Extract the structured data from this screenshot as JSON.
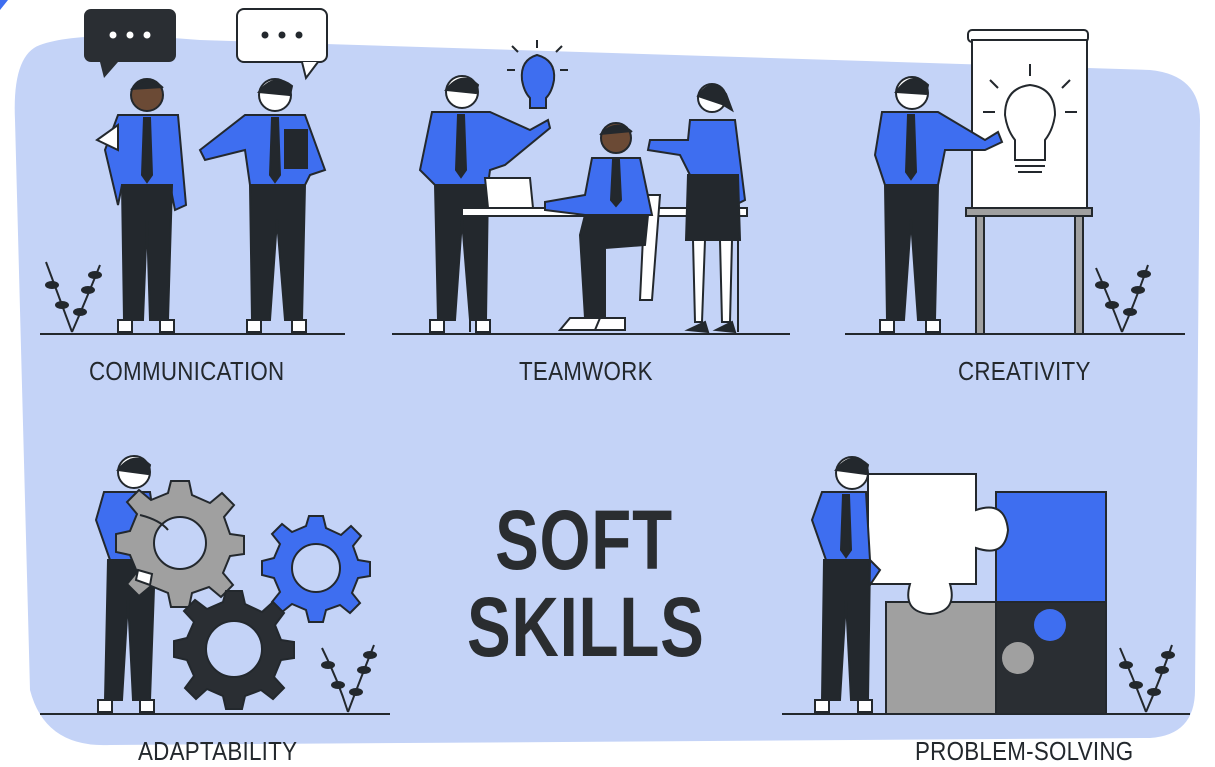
{
  "title": {
    "line1": "SOFT",
    "line2": "SKILLS"
  },
  "skills": [
    {
      "label": "COMMUNICATION"
    },
    {
      "label": "TEAMWORK"
    },
    {
      "label": "CREATIVITY"
    },
    {
      "label": "ADAPTABILITY"
    },
    {
      "label": "PROBLEM-SOLVING"
    }
  ],
  "colors": {
    "background_blob": "#c4d3f7",
    "accent_blue": "#3e6ef0",
    "dark": "#23282d",
    "gray": "#a0a0a0",
    "white": "#ffffff"
  },
  "speech_bubbles": {
    "left": "• • •",
    "right": "• • •"
  }
}
